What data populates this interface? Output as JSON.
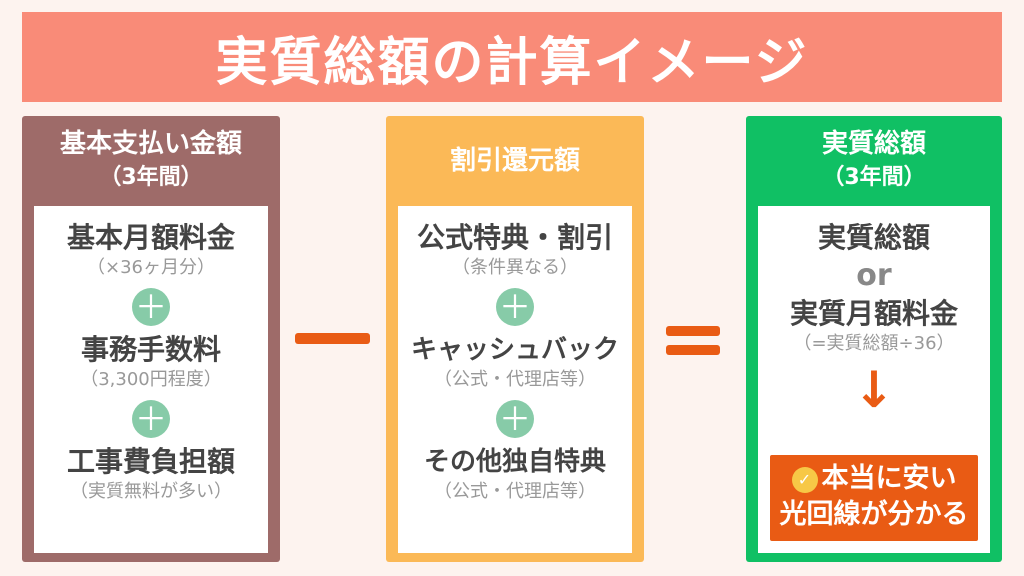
{
  "title": "実質総額の計算イメージ",
  "col1": {
    "header": "基本支払い金額",
    "header_sub": "（3年間）",
    "items": [
      {
        "main": "基本月額料金",
        "note": "（×36ヶ月分）"
      },
      {
        "main": "事務手数料",
        "note": "（3,300円程度）"
      },
      {
        "main": "工事費負担額",
        "note": "（実質無料が多い）"
      }
    ]
  },
  "col2": {
    "header": "割引還元額",
    "items": [
      {
        "main": "公式特典・割引",
        "note": "（条件異なる）"
      },
      {
        "main": "キャッシュバック",
        "note": "（公式・代理店等）"
      },
      {
        "main": "その他独自特典",
        "note": "（公式・代理店等）"
      }
    ]
  },
  "col3": {
    "header": "実質総額",
    "header_sub": "（3年間）",
    "main1": "実質総額",
    "or": "or",
    "main2": "実質月額料金",
    "note": "（=実質総額÷36）",
    "result_line1": "本当に安い",
    "result_line2": "光回線が分かる"
  },
  "plus_symbol": "＋",
  "arrow_symbol": "↓",
  "check_symbol": "✓"
}
